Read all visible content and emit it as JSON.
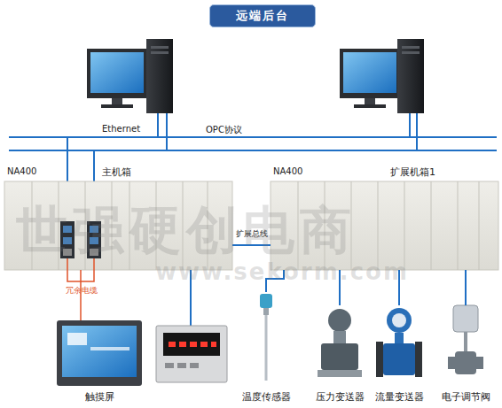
{
  "diagram": {
    "nodes": [
      {
        "text": [
          "远端后台"
        ]
      },
      {
        "text": [
          "NA400",
          "主机箱"
        ]
      },
      {
        "text": [
          "NA400",
          "扩展机箱1"
        ]
      },
      {
        "text": [
          "触摸屏"
        ]
      },
      {
        "text": [
          "温度传感器"
        ]
      },
      {
        "text": [
          "压力变送器"
        ]
      },
      {
        "text": [
          "流量变送器"
        ]
      },
      {
        "text": [
          "电子调节阀"
        ]
      }
    ],
    "edges": [
      {
        "from": 1,
        "to": 2,
        "label": "扩展总线",
        "arrow": "none"
      },
      {
        "from": 1,
        "to": 3,
        "label": "冗余电缆",
        "arrow": "none"
      },
      {
        "from": 2,
        "to": 4,
        "arrow": "none"
      },
      {
        "from": 2,
        "to": 5,
        "arrow": "none"
      },
      {
        "from": 2,
        "to": 6,
        "arrow": "none"
      },
      {
        "from": 2,
        "to": 7,
        "arrow": "none"
      }
    ],
    "labels": [
      "Ethernet",
      "OPC协议",
      "世强硬创电商",
      "www.sekorm.com"
    ]
  }
}
